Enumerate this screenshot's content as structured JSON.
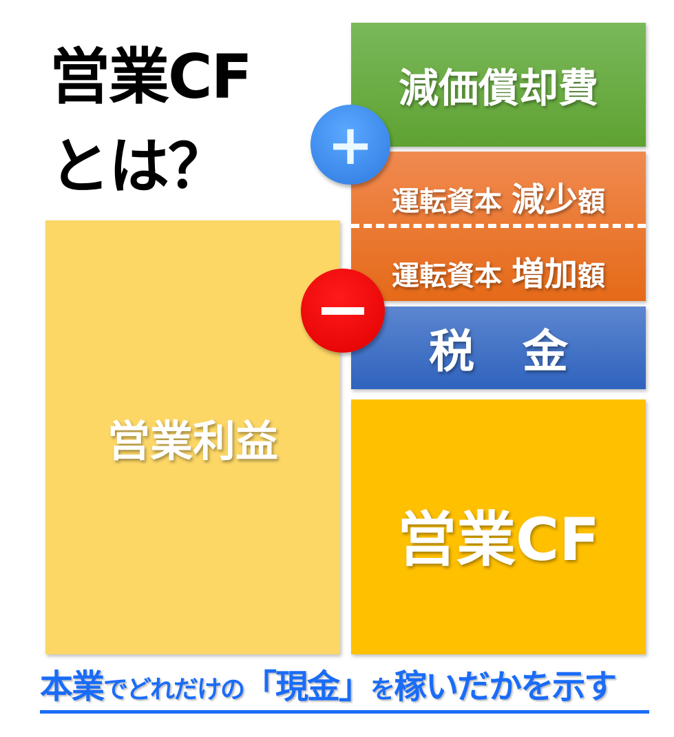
{
  "title": {
    "line1": "営業CF",
    "line2": "とは？"
  },
  "boxes": {
    "depreciation": "減価償却費",
    "wc_decrease": {
      "prefix": "運転資本",
      "emph": "減少",
      "suffix": "額"
    },
    "wc_increase": {
      "prefix": "運転資本",
      "emph": "増加",
      "suffix": "額"
    },
    "tax": "税金",
    "operating_profit": "営業利益",
    "operating_cf": "営業CF"
  },
  "signs": {
    "plus": "+",
    "minus": "−"
  },
  "caption": {
    "p1": "本業",
    "p2": "でどれだけの",
    "p3": "「現金」",
    "p4": "を",
    "p5": "稼いだかを示す"
  },
  "colors": {
    "green": "#6aaa40",
    "orange": "#ec7a30",
    "blue": "#3f6fc6",
    "yellow": "#fcd766",
    "gold": "#ffc000",
    "caption": "#1a6cf7"
  }
}
